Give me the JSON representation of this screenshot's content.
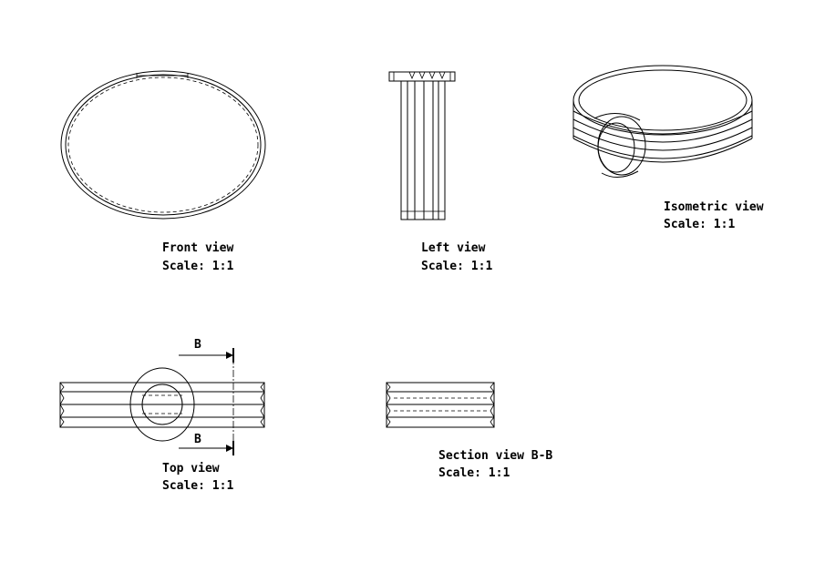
{
  "views": {
    "front": {
      "title": "Front view",
      "scale": "Scale:  1:1"
    },
    "left": {
      "title": "Left view",
      "scale": "Scale:  1:1"
    },
    "isometric": {
      "title": "Isometric view",
      "scale": "Scale:  1:1"
    },
    "top": {
      "title": "Top view",
      "scale": "Scale:  1:1"
    },
    "section": {
      "title": "Section view B-B",
      "scale": "Scale:  1:1"
    }
  },
  "section_markers": {
    "top_letter": "B",
    "bottom_letter": "B"
  }
}
